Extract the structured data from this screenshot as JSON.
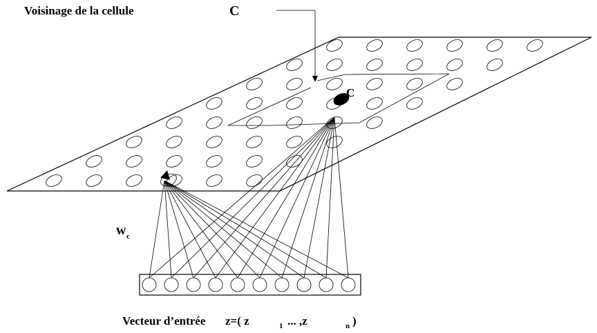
{
  "labels": {
    "neighborhood": "Voisinage de la cellule",
    "neighborhood_c": "C",
    "winner_c": "C",
    "weights_w": "w",
    "weights_sub": "c",
    "input_prefix": "Vecteur d’entrée",
    "input_z": "z=( z",
    "input_sub1": "1",
    "input_mid": "...  ,z",
    "input_subn": "n",
    "input_close": ")"
  },
  "input_vector": {
    "size": 10
  },
  "colors": {
    "ink": "#000000",
    "background": "#ffffff"
  }
}
